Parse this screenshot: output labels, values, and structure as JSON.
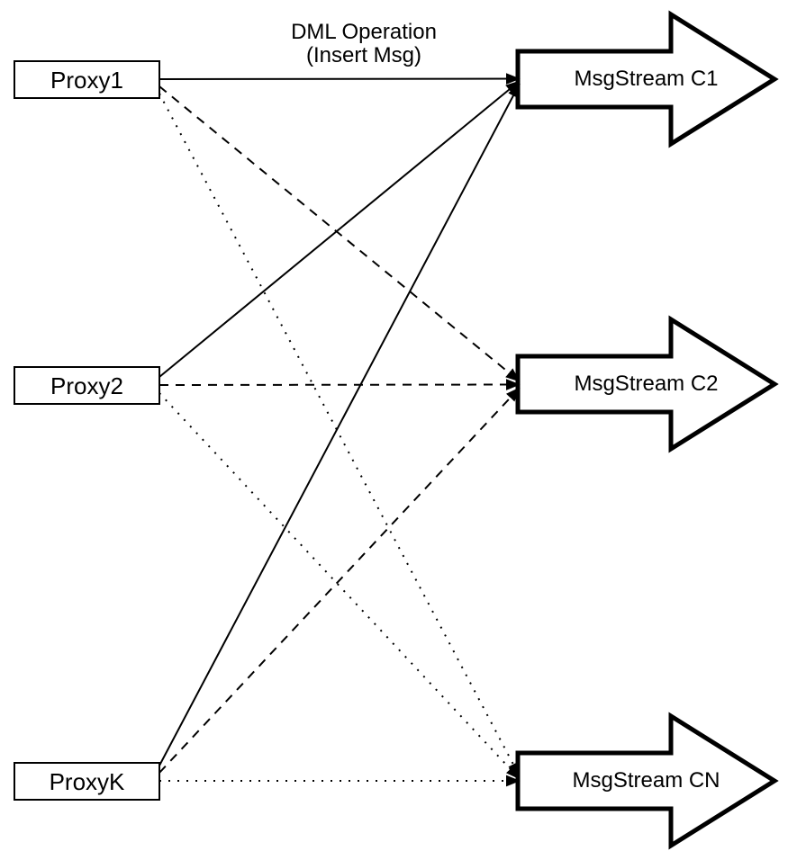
{
  "header_label": {
    "line1": "DML Operation",
    "line2": "(Insert Msg)"
  },
  "proxies": [
    {
      "label": "Proxy1"
    },
    {
      "label": "Proxy2"
    },
    {
      "label": "ProxyK"
    }
  ],
  "streams": [
    {
      "label": "MsgStream C1"
    },
    {
      "label": "MsgStream C2"
    },
    {
      "label": "MsgStream CN"
    }
  ],
  "edges": [
    {
      "from": "Proxy1",
      "to": "MsgStream C1",
      "line_style": "solid"
    },
    {
      "from": "Proxy2",
      "to": "MsgStream C1",
      "line_style": "solid"
    },
    {
      "from": "ProxyK",
      "to": "MsgStream C1",
      "line_style": "solid"
    },
    {
      "from": "Proxy1",
      "to": "MsgStream C2",
      "line_style": "dashed"
    },
    {
      "from": "Proxy2",
      "to": "MsgStream C2",
      "line_style": "dashed"
    },
    {
      "from": "ProxyK",
      "to": "MsgStream C2",
      "line_style": "dashed"
    },
    {
      "from": "Proxy1",
      "to": "MsgStream CN",
      "line_style": "dotted"
    },
    {
      "from": "Proxy2",
      "to": "MsgStream CN",
      "line_style": "dotted"
    },
    {
      "from": "ProxyK",
      "to": "MsgStream CN",
      "line_style": "dotted"
    }
  ],
  "colors": {
    "line": "#000000",
    "shape_fill": "#ffffff",
    "text": "#000000",
    "background": "#ffffff"
  }
}
